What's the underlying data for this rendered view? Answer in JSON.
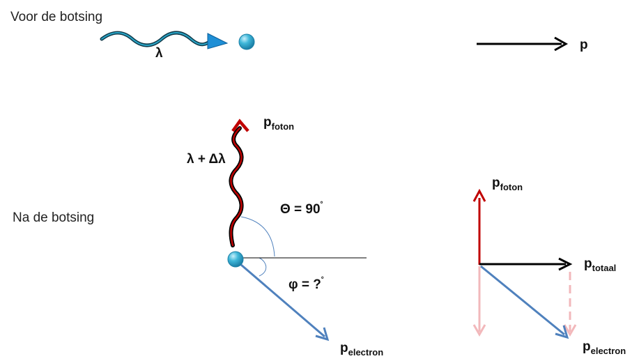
{
  "before": {
    "heading": "Voor de botsing",
    "wavelength_label": "λ",
    "momentum_label": "p"
  },
  "after": {
    "heading": "Na de botsing",
    "scattered_wavelength_label": "λ + Δλ",
    "photon_momentum": {
      "symbol": "p",
      "subscript": "foton"
    },
    "electron_momentum": {
      "symbol": "p",
      "subscript": "electron"
    },
    "theta_label": "Θ = 90",
    "theta_degree": "˚",
    "phi_label": "φ = ?",
    "phi_degree": "˚"
  },
  "vector_sum": {
    "photon_momentum": {
      "symbol": "p",
      "subscript": "foton"
    },
    "total_momentum": {
      "symbol": "p",
      "subscript": "totaal"
    },
    "electron_momentum": {
      "symbol": "p",
      "subscript": "electron"
    }
  },
  "colors": {
    "photon_before": "#1e8fd6",
    "photon_after": "#c00000",
    "electron_vector": "#4f81bd",
    "total_vector": "#000000",
    "component_vector": "#f2b8bb",
    "electron_particle": "#3fb7d9"
  }
}
